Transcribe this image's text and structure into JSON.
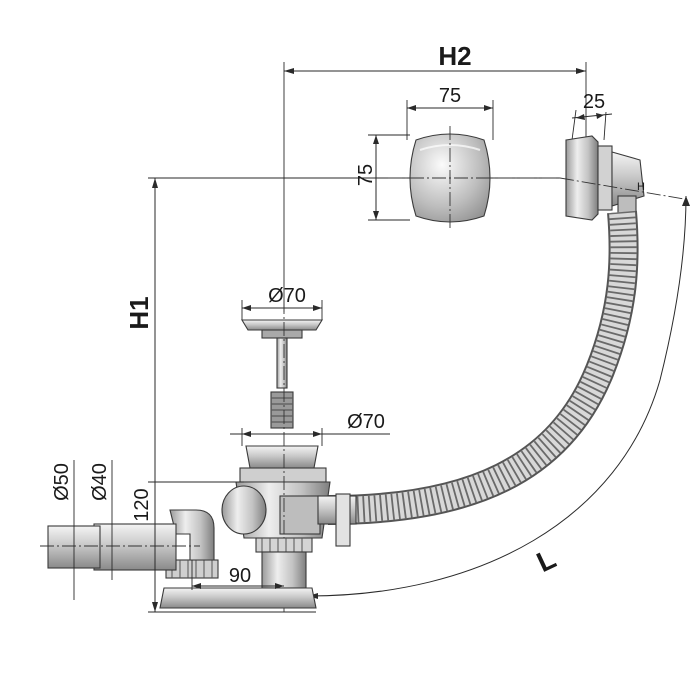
{
  "labels": {
    "h2": "H2",
    "h1": "H1",
    "l": "L",
    "overflow_width": "75",
    "overflow_height": "75",
    "overflow_depth": "25",
    "plug_diameter": "Ø70",
    "drain_diameter": "Ø70",
    "outlet_d50": "Ø50",
    "outlet_d40": "Ø40",
    "trap_height": "120",
    "trap_offset": "90"
  },
  "colors": {
    "line": "#2a2a2a",
    "metal_light": "#e6e6e6",
    "metal_mid": "#b9b9b9",
    "metal_dark": "#7a7a7a",
    "hose": "#9a9a9a"
  }
}
